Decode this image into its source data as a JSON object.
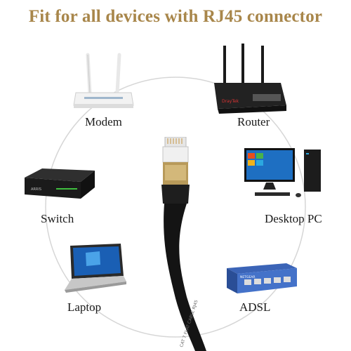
{
  "headline": "Fit for all devices with RJ45 connector",
  "devices": [
    {
      "id": "modem",
      "label": "Modem"
    },
    {
      "id": "router",
      "label": "Router"
    },
    {
      "id": "switch",
      "label": "Switch"
    },
    {
      "id": "desktop",
      "label": "Desktop PC"
    },
    {
      "id": "laptop",
      "label": "Laptop"
    },
    {
      "id": "adsl",
      "label": "ADSL"
    }
  ],
  "colors": {
    "headline": "#a8864a",
    "ring": "#d6d6d6",
    "cable": "#141414",
    "plug_metal": "#b89a5a"
  },
  "cable_print": "CAT 7 FLAT CABLE RJ45",
  "switch_brand": "ARRIS",
  "adsl_brand": "NETGEAR",
  "router_brand": "DrayTek"
}
